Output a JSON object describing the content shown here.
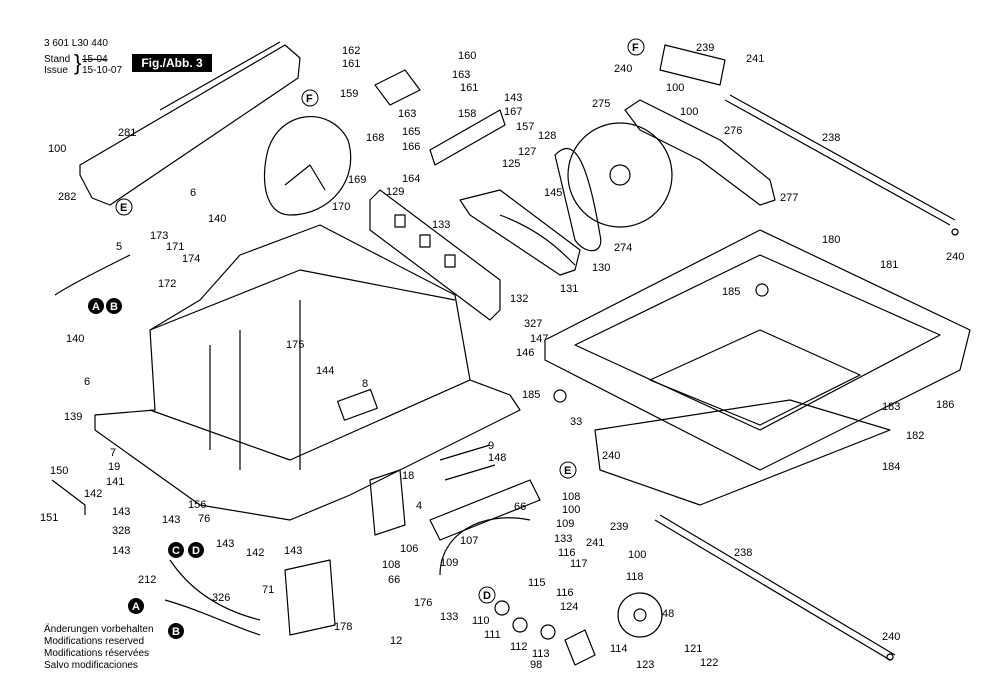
{
  "header": {
    "part_number": "3 601 L30 440",
    "stand_label": "Stand",
    "stand_value": "15-04",
    "issue_label": "Issue",
    "issue_value": "15-10-07",
    "figure_label": "Fig./Abb. 3"
  },
  "notes": [
    "Änderungen vorbehalten",
    "Modifications reserved",
    "Modifications réservées",
    "Salvo modificaciones"
  ],
  "callouts": {
    "c162": "162",
    "c161a": "161",
    "c160": "160",
    "c163a": "163",
    "c161b": "161",
    "c159": "159",
    "c143a": "143",
    "c163b": "163",
    "c158": "158",
    "c167": "167",
    "c165": "165",
    "c157": "157",
    "c166": "166",
    "c168": "168",
    "c128": "128",
    "c281": "281",
    "c100a": "100",
    "c282": "282",
    "c169": "169",
    "c170": "170",
    "c164": "164",
    "c129": "129",
    "c127": "127",
    "c125": "125",
    "c6a": "6",
    "c133a": "133",
    "c145": "145",
    "c140a": "140",
    "c173": "173",
    "c171": "171",
    "c174": "174",
    "c172": "172",
    "c5": "5",
    "c130": "130",
    "c132": "132",
    "c131": "131",
    "c327": "327",
    "c147": "147",
    "c146": "146",
    "c140b": "140",
    "c175": "175",
    "c144": "144",
    "c6b": "6",
    "c8": "8",
    "c139": "139",
    "c7": "7",
    "c19": "19",
    "c141": "141",
    "c150": "150",
    "c142a": "142",
    "c156": "156",
    "c143b": "143",
    "c76": "76",
    "c328": "328",
    "c143c": "143",
    "c151": "151",
    "c143d": "143",
    "c142b": "142",
    "c143e": "143",
    "c9": "9",
    "c148": "148",
    "c18": "18",
    "c4": "4",
    "c212": "212",
    "c326": "326",
    "c71": "71",
    "c178": "178",
    "c12": "12",
    "c176": "176",
    "c133b": "133",
    "c107": "107",
    "c106": "106",
    "c108a": "108",
    "c66a": "66",
    "c109a": "109",
    "c66b": "66",
    "c109b": "109",
    "c133c": "133",
    "c240a": "240",
    "c108b": "108",
    "c100b": "100",
    "c239a": "239",
    "c241a": "241",
    "c100c": "100",
    "c116a": "116",
    "c115": "115",
    "c117": "117",
    "c116b": "116",
    "c124": "124",
    "c118": "118",
    "c48": "48",
    "c110": "110",
    "c111": "111",
    "c112": "112",
    "c113": "113",
    "c98": "98",
    "c114": "114",
    "c121": "121",
    "c123": "123",
    "c122": "122",
    "c238a": "238",
    "c240b": "240",
    "c239b": "239",
    "c240c": "240",
    "c241b": "241",
    "c100d": "100",
    "c100e": "100",
    "c275": "275",
    "c276": "276",
    "c238b": "238",
    "c277": "277",
    "c274": "274",
    "c180": "180",
    "c181": "181",
    "c240d": "240",
    "c185a": "185",
    "c185b": "185",
    "c186": "186",
    "c183": "183",
    "c33": "33",
    "c182": "182",
    "c184": "184"
  },
  "markers": {
    "F1": "F",
    "F2": "F",
    "E1": "E",
    "E2": "E",
    "A1": "A",
    "B1": "B",
    "A2": "A",
    "B2": "B",
    "C1": "C",
    "D1": "D",
    "D2": "D"
  }
}
